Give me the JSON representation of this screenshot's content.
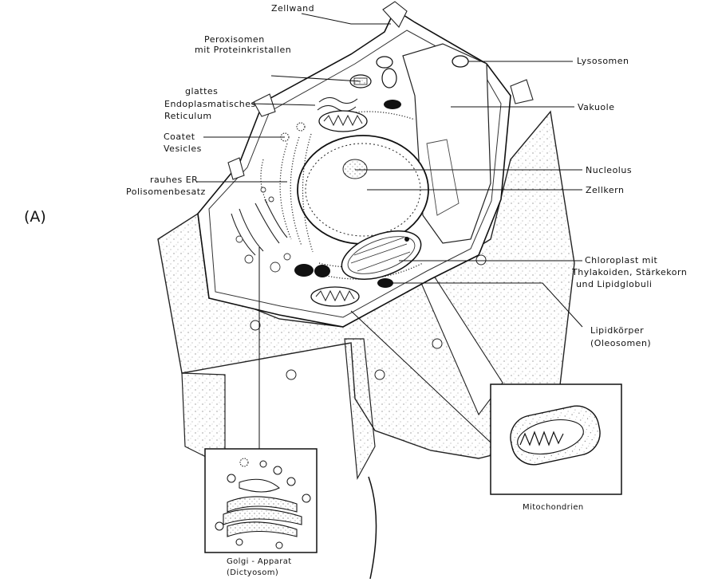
{
  "panel_tag": "(A)",
  "labels_left": [
    {
      "id": "zellwand",
      "lines": [
        "Zellwand"
      ]
    },
    {
      "id": "peroxisomen",
      "lines": [
        "Peroxisomen",
        "mit Proteinkristallen"
      ]
    },
    {
      "id": "ser",
      "lines": [
        "glattes",
        "Endoplasmatisches",
        "Reticulum"
      ]
    },
    {
      "id": "coated",
      "lines": [
        "Coatet",
        "Vesicles"
      ]
    },
    {
      "id": "rer",
      "lines": [
        "rauhes ER",
        "Polisomenbesatz"
      ]
    }
  ],
  "labels_right": [
    {
      "id": "lysosomen",
      "lines": [
        "Lysosomen"
      ]
    },
    {
      "id": "vakuole",
      "lines": [
        "Vakuole"
      ]
    },
    {
      "id": "nucleolus",
      "lines": [
        "Nucleolus"
      ]
    },
    {
      "id": "zellkern",
      "lines": [
        "Zellkern"
      ]
    },
    {
      "id": "chloroplast",
      "lines": [
        "Chloroplast mit",
        "Thylakoiden, Stärkekorn",
        "und Lipidglobuli"
      ]
    },
    {
      "id": "lipidkoerper",
      "lines": [
        "Lipidkörper",
        "(Oleosomen)"
      ]
    }
  ],
  "inset_captions": {
    "mitochondrien": "Mitochondrien",
    "golgi": [
      "Golgi - Apparat",
      "(Dictyosom)"
    ]
  }
}
